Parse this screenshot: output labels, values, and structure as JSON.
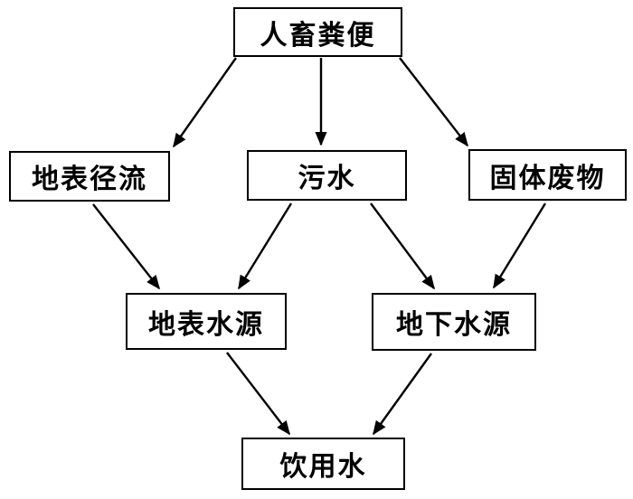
{
  "page": {
    "background_color": "#ffffff",
    "line_color": "#000000"
  },
  "diagram": {
    "type": "flowchart",
    "nodes": {
      "feces": {
        "label": "人畜粪便"
      },
      "runoff": {
        "label": "地表径流"
      },
      "sewage": {
        "label": "污水"
      },
      "solid_waste": {
        "label": "固体废物"
      },
      "surface_water": {
        "label": "地表水源"
      },
      "ground_water": {
        "label": "地下水源"
      },
      "drinking_water": {
        "label": "饮用水"
      }
    },
    "edges": [
      {
        "from": "人畜粪便",
        "to": "地表径流"
      },
      {
        "from": "人畜粪便",
        "to": "污水"
      },
      {
        "from": "人畜粪便",
        "to": "固体废物"
      },
      {
        "from": "地表径流",
        "to": "地表水源"
      },
      {
        "from": "污水",
        "to": "地表水源"
      },
      {
        "from": "污水",
        "to": "地下水源"
      },
      {
        "from": "固体废物",
        "to": "地下水源"
      },
      {
        "from": "地表水源",
        "to": "饮用水"
      },
      {
        "from": "地下水源",
        "to": "饮用水"
      }
    ]
  }
}
